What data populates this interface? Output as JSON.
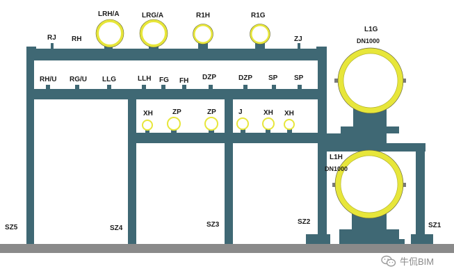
{
  "colors": {
    "structure": "#3f6874",
    "ground": "#8a8a8a",
    "pipe_ring": "#e7e63a",
    "pipe_ring_dark": "#b6b630",
    "pipe_fill": "#ffffff",
    "label": "#1b1b1b"
  },
  "labels": {
    "top_pipes": [
      "RJ",
      "RH",
      "LRH/A",
      "LRG/A",
      "R1H",
      "R1G",
      "ZJ"
    ],
    "row1_pipes": [
      "RH/U",
      "RG/U",
      "LLG",
      "LLH",
      "FG",
      "FH",
      "DZP",
      "DZP",
      "SP",
      "SP"
    ],
    "row2_pipes": [
      "XH",
      "ZP",
      "ZP",
      "J",
      "XH",
      "XH"
    ],
    "l1g_name": "L1G",
    "l1g_size": "DN1000",
    "l1h_name": "L1H",
    "l1h_size": "DN1000",
    "supports": [
      "SZ5",
      "SZ4",
      "SZ3",
      "SZ2",
      "SZ1"
    ]
  },
  "watermark": {
    "icon": "wechat-icon",
    "text": "牛侃BIM"
  }
}
